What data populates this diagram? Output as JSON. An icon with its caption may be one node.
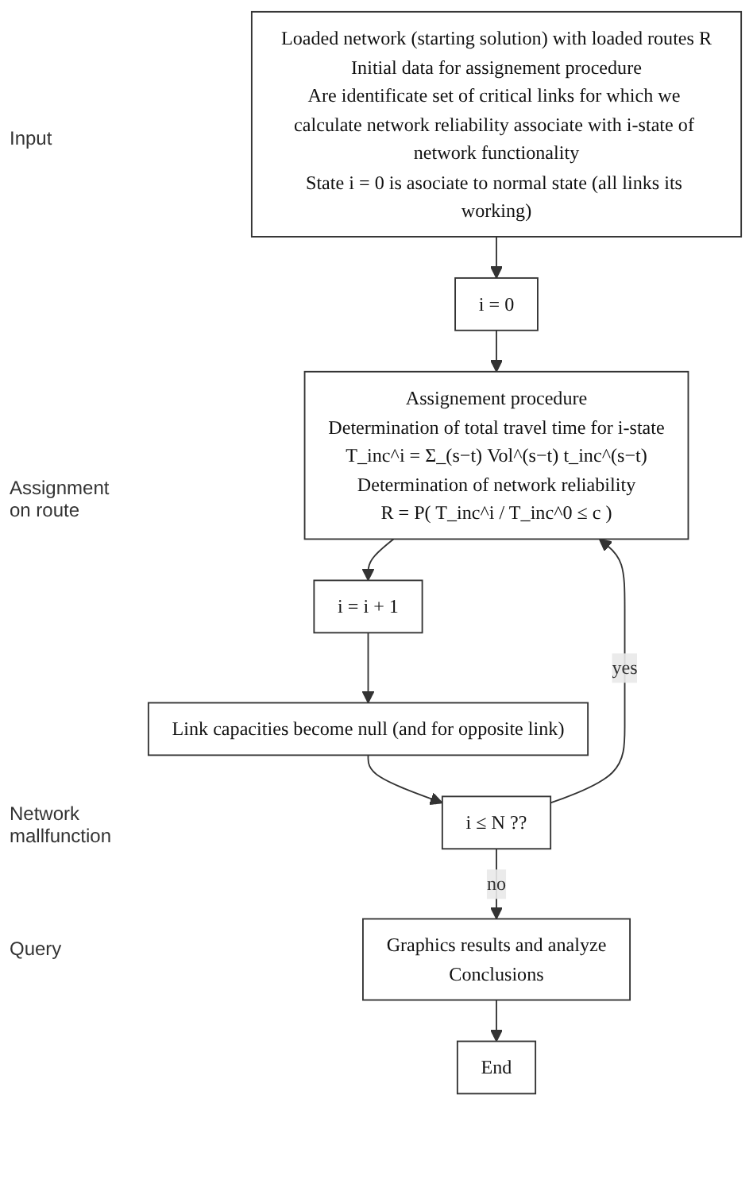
{
  "diagram": {
    "nodes": [
      {
        "text": [
          "Loaded network (starting solution) with loaded routes R",
          "Initial data for assignement procedure",
          "Are identificate set of critical links for which we calculate network reliability associate with i-state of network functionality",
          "State i = 0 is asociate to normal state (all links its working)"
        ]
      },
      {
        "text": [
          "i = 0"
        ]
      },
      {
        "text": [
          "Assignement procedure",
          "Determination of total travel time for i-state",
          "T_inc^i = Σ_(s−t) Vol^(s−t) t_inc^(s−t)",
          "Determination of network reliability",
          "R = P( T_inc^i / T_inc^0 ≤ c )"
        ]
      },
      {
        "text": [
          "i = i + 1"
        ]
      },
      {
        "text": [
          "Link capacities become null (and for opposite link)"
        ]
      },
      {
        "text": [
          "i ≤ N ??"
        ]
      },
      {
        "text": [
          "Graphics results and analyze",
          "Conclusions"
        ]
      },
      {
        "text": [
          "End"
        ]
      }
    ],
    "edges": [
      {
        "from": 0,
        "to": 1,
        "arrow": "to"
      },
      {
        "from": 1,
        "to": 2,
        "arrow": "to"
      },
      {
        "from": 2,
        "to": 3,
        "arrow": "to"
      },
      {
        "from": 3,
        "to": 4,
        "arrow": "to"
      },
      {
        "from": 4,
        "to": 5,
        "arrow": "to"
      },
      {
        "from": 5,
        "to": 2,
        "arrow": "to",
        "label": "yes"
      },
      {
        "from": 5,
        "to": 6,
        "arrow": "to",
        "label": "no"
      },
      {
        "from": 6,
        "to": 7,
        "arrow": "to"
      }
    ],
    "labels": [
      "Input",
      "Assignment on route",
      "Network mallfunction",
      "Query"
    ]
  }
}
